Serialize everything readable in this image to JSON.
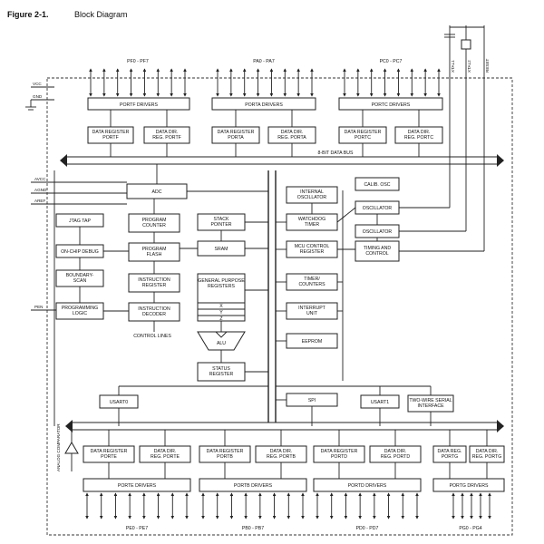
{
  "figure": {
    "number": "Figure 2-1.",
    "title": "Block Diagram"
  },
  "pins": {
    "vcc": "VCC",
    "gnd": "GND",
    "avcc": "AVCC",
    "agnd": "AGND",
    "aref": "AREF",
    "pen": "PEN",
    "xtal1": "XTAL1",
    "xtal2": "XTAL2",
    "reset": "RESET"
  },
  "ports_top": {
    "portf": {
      "pins": "PF0 - PF7",
      "drivers": "PORTF DRIVERS",
      "data_reg": "DATA REGISTER PORTF",
      "dir_reg": "DATA DIR. REG. PORTF"
    },
    "porta": {
      "pins": "PA0 - PA7",
      "drivers": "PORTA DRIVERS",
      "data_reg": "DATA REGISTER PORTA",
      "dir_reg": "DATA DIR. REG. PORTA"
    },
    "portc": {
      "pins": "PC0 - PC7",
      "drivers": "PORTC DRIVERS",
      "data_reg": "DATA REGISTER PORTC",
      "dir_reg": "DATA DIR. REG. PORTC"
    }
  },
  "databus": "8-BIT DATA BUS",
  "blocks": {
    "adc": "ADC",
    "jtag": "JTAG TAP",
    "ocd": "ON-CHIP DEBUG",
    "bscan": "BOUNDARY- SCAN",
    "prog_logic": "PROGRAMMING LOGIC",
    "pc": "PROGRAM COUNTER",
    "flash": "PROGRAM FLASH",
    "ir": "INSTRUCTION REGISTER",
    "idec": "INSTRUCTION DECODER",
    "ctrl_lines": "CONTROL LINES",
    "sp": "STACK POINTER",
    "sram": "SRAM",
    "gpr": "GENERAL PURPOSE REGISTERS",
    "x": "X",
    "y": "Y",
    "z": "Z",
    "alu": "ALU",
    "status": "STATUS REGISTER",
    "int_osc": "INTERNAL OSCILLATOR",
    "wdt": "WATCHDOG TIMER",
    "mcu": "MCU CONTROL REGISTER",
    "timers": "TIMER/ COUNTERS",
    "interrupt": "INTERRUPT UNIT",
    "eeprom": "EEPROM",
    "spi": "SPI",
    "calib": "CALIB. OSC",
    "osc1": "OSCILLATOR",
    "osc2": "OSCILLATOR",
    "timing": "TIMING AND CONTROL",
    "usart0": "USART0",
    "usart1": "USART1",
    "twi": "TWO-WIRE SERIAL INTERFACE",
    "analog_comp": "ANALOG COMPARATOR"
  },
  "ports_bottom": {
    "porte": {
      "pins": "PE0 - PE7",
      "drivers": "PORTE DRIVERS",
      "data_reg": "DATA REGISTER PORTE",
      "dir_reg": "DATA DIR. REG. PORTE"
    },
    "portb": {
      "pins": "PB0 - PB7",
      "drivers": "PORTB DRIVERS",
      "data_reg": "DATA REGISTER PORTB",
      "dir_reg": "DATA DIR. REG. PORTB"
    },
    "portd": {
      "pins": "PD0 - PD7",
      "drivers": "PORTD DRIVERS",
      "data_reg": "DATA REGISTER PORTD",
      "dir_reg": "DATA DIR. REG. PORTD"
    },
    "portg": {
      "pins": "PG0 - PG4",
      "drivers": "PORTG DRIVERS",
      "data_reg": "DATA REG. PORTG",
      "dir_reg": "DATA DIR. REG. PORTG"
    }
  }
}
